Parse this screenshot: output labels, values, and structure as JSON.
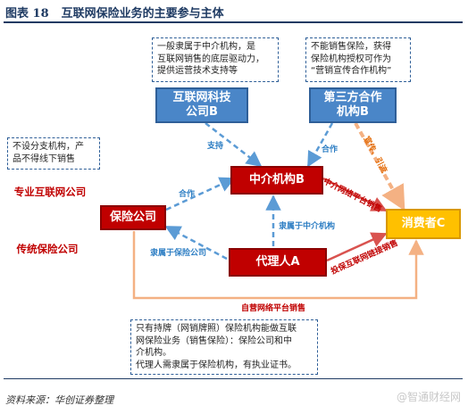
{
  "figure": {
    "number": "图表 18",
    "title": "互联网保险业务的主要参与主体"
  },
  "nodes": {
    "tech_company": "互联网科技公司B",
    "third_party": "第三方合作机构B",
    "intermediary": "中介机构B",
    "insurer": "保险公司",
    "agent": "代理人A",
    "consumer": "消费者C",
    "pro_internet_insurer": "专业互联网公司",
    "traditional_insurer": "传统保险公司"
  },
  "notes": {
    "tech_company_note": [
      "一般隶属于中介机构，是",
      "互联网销售的底层驱动力，",
      "提供运营技术支持等"
    ],
    "third_party_note": [
      "不能销售保险，获得",
      "保险机构授权可作为",
      "“营销宣传合作机构”"
    ],
    "pro_internet_note": [
      "不设分支机构，产",
      "品不得线下销售"
    ],
    "bottom_note": [
      "只有持牌（网销牌照）保险机构能做互联",
      "网保险业务（销售保险）：保险公司和中",
      "介机构。",
      "代理人需隶属于保险机构，有执业证书。"
    ]
  },
  "edge_labels": {
    "support": "支持",
    "coop_third_party": "合作",
    "coop_insurer": "合作",
    "promo_traffic": "宣传、引流",
    "intermediary_sales": "中介网络平台销售",
    "belongs_intermediary": "隶属于中介机构",
    "belongs_insurer": "隶属于保险公司",
    "agent_sales": "投保互联网链接销售",
    "self_sales": "自营网络平台销售"
  },
  "source": "资料来源：华创证券整理",
  "watermark": "@智通财经网"
}
